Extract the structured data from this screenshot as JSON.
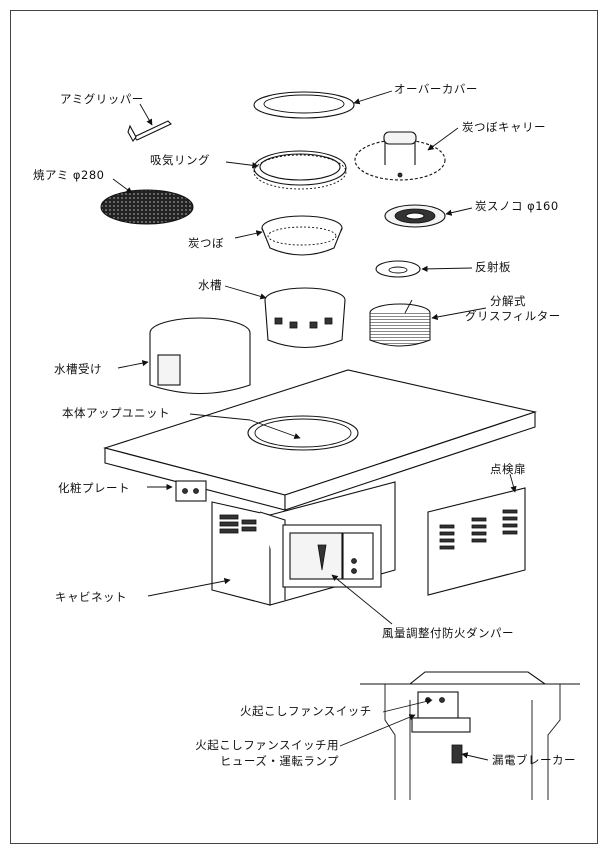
{
  "labels": {
    "over_cover": "オーバーカバー",
    "ami_gripper": "アミグリッパー",
    "sumitsubo_carrier": "炭つぼキャリー",
    "intake_ring": "吸気リング",
    "yaki_ami": "焼アミ φ280",
    "sumi_sunoko": "炭スノコ φ160",
    "sumitsubo": "炭つぼ",
    "reflector": "反射板",
    "water_tank": "水槽",
    "grease_filter_1": "分解式",
    "grease_filter_2": "グリスフィルター",
    "water_tank_receiver": "水槽受け",
    "main_up_unit": "本体アップユニット",
    "decor_plate": "化粧プレート",
    "inspection_door": "点検扉",
    "cabinet": "キャビネット",
    "damper": "風量調整付防火ダンパー",
    "fan_switch": "火起こしファンスイッチ",
    "fuse_lamp_1": "火起こしファンスイッチ用",
    "fuse_lamp_2": "ヒューズ・運転ランプ",
    "breaker": "漏電ブレーカー"
  }
}
